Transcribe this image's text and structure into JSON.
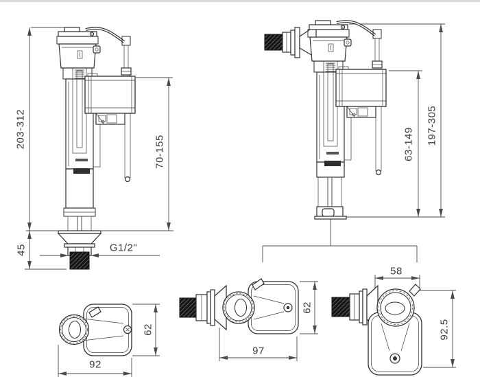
{
  "page": {
    "background": "#ffffff"
  },
  "colors": {
    "line": "#2e2e2e",
    "dimension_line": "#4a4a4a",
    "text": "#3d3d3d",
    "thread_fill": "#161616"
  },
  "dims": {
    "left_total_height": "203-312",
    "left_shank_height": "45",
    "left_float_height": "70-155",
    "left_thread_spec": "G1/2\"",
    "right_total_height": "197-305",
    "right_float_height": "63-149",
    "top_view_left_width": "92",
    "top_view_left_depth": "62",
    "top_view_middle_width": "97",
    "top_view_middle_depth": "62",
    "top_view_right_cap_width": "58",
    "top_view_right_length": "92.5"
  }
}
